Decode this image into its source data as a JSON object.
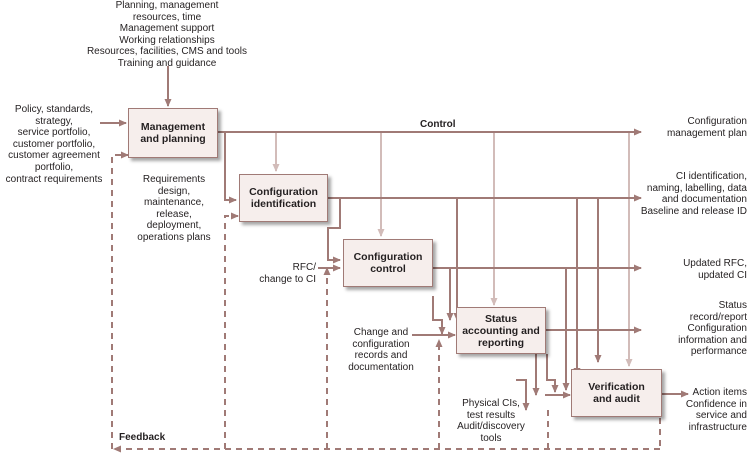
{
  "diagram": {
    "inputs_top": [
      "Planning, management",
      "resources, time",
      "Management support",
      "Working relationships",
      "Resources, facilities, CMS and tools",
      "Training and guidance"
    ],
    "inputs_left": [
      "Policy, standards,",
      "strategy,",
      "service portfolio,",
      "customer portfolio,",
      "customer agreement",
      "portfolio,",
      "contract requirements"
    ],
    "requirements": [
      "Requirements",
      "design,",
      "maintenance,",
      "release,",
      "deployment,",
      "operations plans"
    ],
    "rfc": [
      "RFC/",
      "change to CI"
    ],
    "change_records": [
      "Change and",
      "configuration",
      "records and",
      "documentation"
    ],
    "physical_cis": [
      "Physical CIs,",
      "test results",
      "Audit/discovery",
      "tools"
    ],
    "control_label": "Control",
    "feedback_label": "Feedback",
    "boxes": {
      "management": [
        "Management",
        "and planning"
      ],
      "identification": [
        "Configuration",
        "identification"
      ],
      "control": [
        "Configuration",
        "control"
      ],
      "status": [
        "Status",
        "accounting and",
        "reporting"
      ],
      "verification": [
        "Verification",
        "and audit"
      ]
    },
    "outputs": {
      "plan": [
        "Configuration",
        "management plan"
      ],
      "identification": [
        "CI identification,",
        "naming, labelling, data",
        "and documentation",
        "Baseline and release ID"
      ],
      "updated": [
        "Updated RFC,",
        "updated CI"
      ],
      "status": [
        "Status",
        "record/report",
        "Configuration",
        "information and",
        "performance"
      ],
      "actions": [
        "Action items",
        "Confidence in",
        "service and",
        "infrastructure"
      ]
    },
    "colors": {
      "line": "#a07a76",
      "light_line": "#d2bcb9",
      "box_fill": "#f6eeec",
      "box_border": "#a07a76",
      "text": "#231f20"
    }
  }
}
